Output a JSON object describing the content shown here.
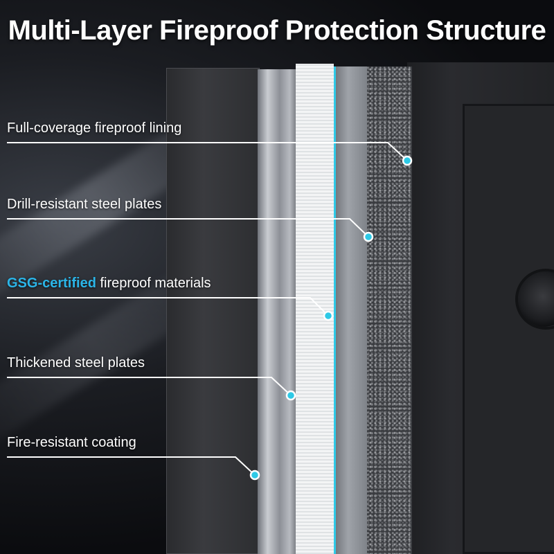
{
  "title": "Multi-Layer Fireproof Protection Structure",
  "callouts": [
    {
      "id": "lining",
      "text": "Full-coverage fireproof lining"
    },
    {
      "id": "drill",
      "text": "Drill-resistant steel plates"
    },
    {
      "id": "gsg",
      "highlight": "GSG-certified",
      "text": " fireproof materials"
    },
    {
      "id": "thick",
      "text": "Thickened steel plates"
    },
    {
      "id": "coating",
      "text": "Fire-resistant coating"
    }
  ],
  "colors": {
    "accent": "#2bb5e8",
    "dot": "#2ec9e6",
    "text": "#ffffff",
    "background": "#0b0c0f"
  }
}
